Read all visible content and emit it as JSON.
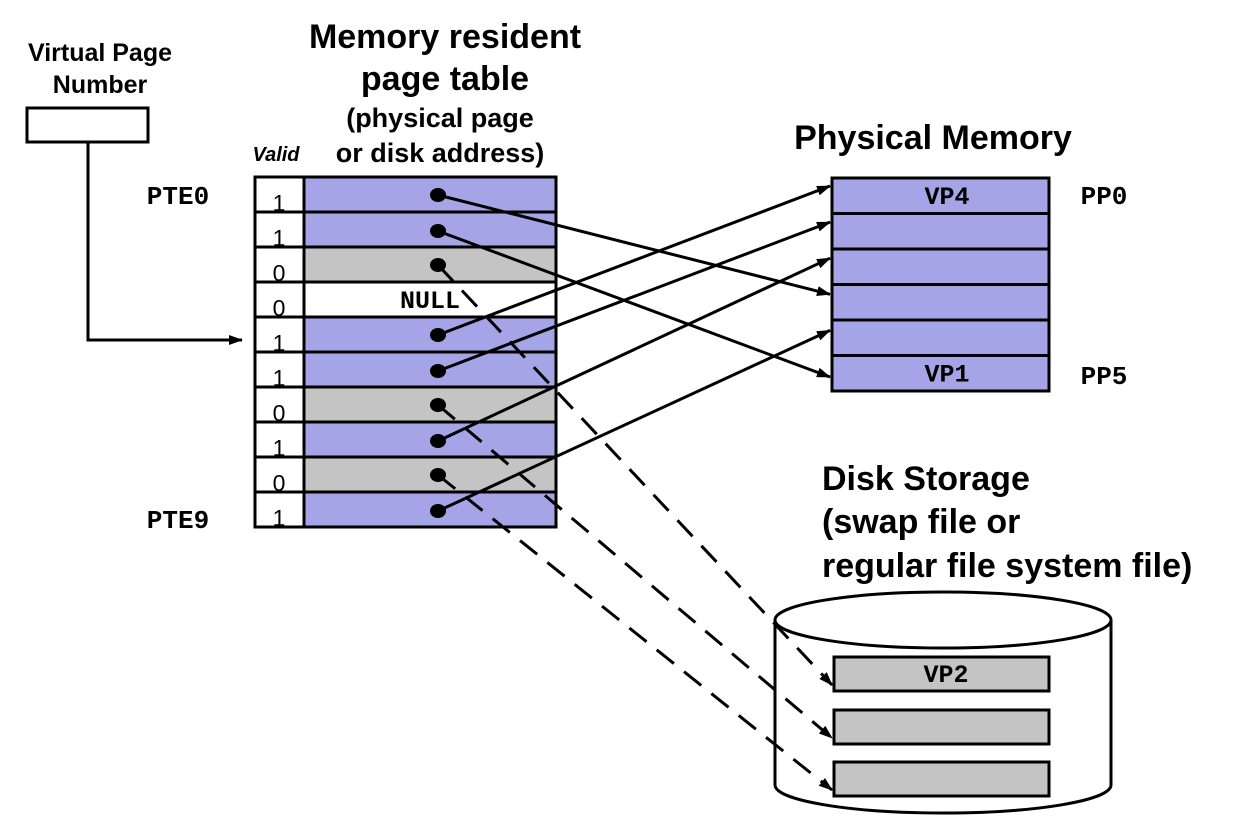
{
  "virtual_page_number": {
    "line1": "Virtual Page",
    "line2": "Number"
  },
  "page_table": {
    "title_line1": "Memory resident",
    "title_line2": "page table",
    "subtitle_line1": "(physical page",
    "subtitle_line2": "or disk address)",
    "valid_header": "Valid",
    "first_entry_label": "PTE0",
    "last_entry_label": "PTE9",
    "null_label": "NULL",
    "entries": [
      {
        "valid": "1",
        "state": "memory"
      },
      {
        "valid": "1",
        "state": "memory"
      },
      {
        "valid": "0",
        "state": "disk"
      },
      {
        "valid": "0",
        "state": "null"
      },
      {
        "valid": "1",
        "state": "memory"
      },
      {
        "valid": "1",
        "state": "memory"
      },
      {
        "valid": "0",
        "state": "disk"
      },
      {
        "valid": "1",
        "state": "memory"
      },
      {
        "valid": "0",
        "state": "disk"
      },
      {
        "valid": "1",
        "state": "memory"
      }
    ]
  },
  "physical_memory": {
    "title": "Physical Memory",
    "top_label": "PP0",
    "bottom_label": "PP5",
    "slots": [
      "VP4",
      "",
      "",
      "",
      "",
      "VP1"
    ]
  },
  "disk_storage": {
    "title_line1": "Disk Storage",
    "title_line2": "(swap file or",
    "title_line3": "regular file system file)",
    "slots": [
      "VP2",
      "",
      ""
    ]
  },
  "colors": {
    "memory_fill": "#a4a4e6",
    "disk_fill": "#c4c4c4",
    "null_fill": "#ffffff",
    "stroke": "#000000"
  }
}
